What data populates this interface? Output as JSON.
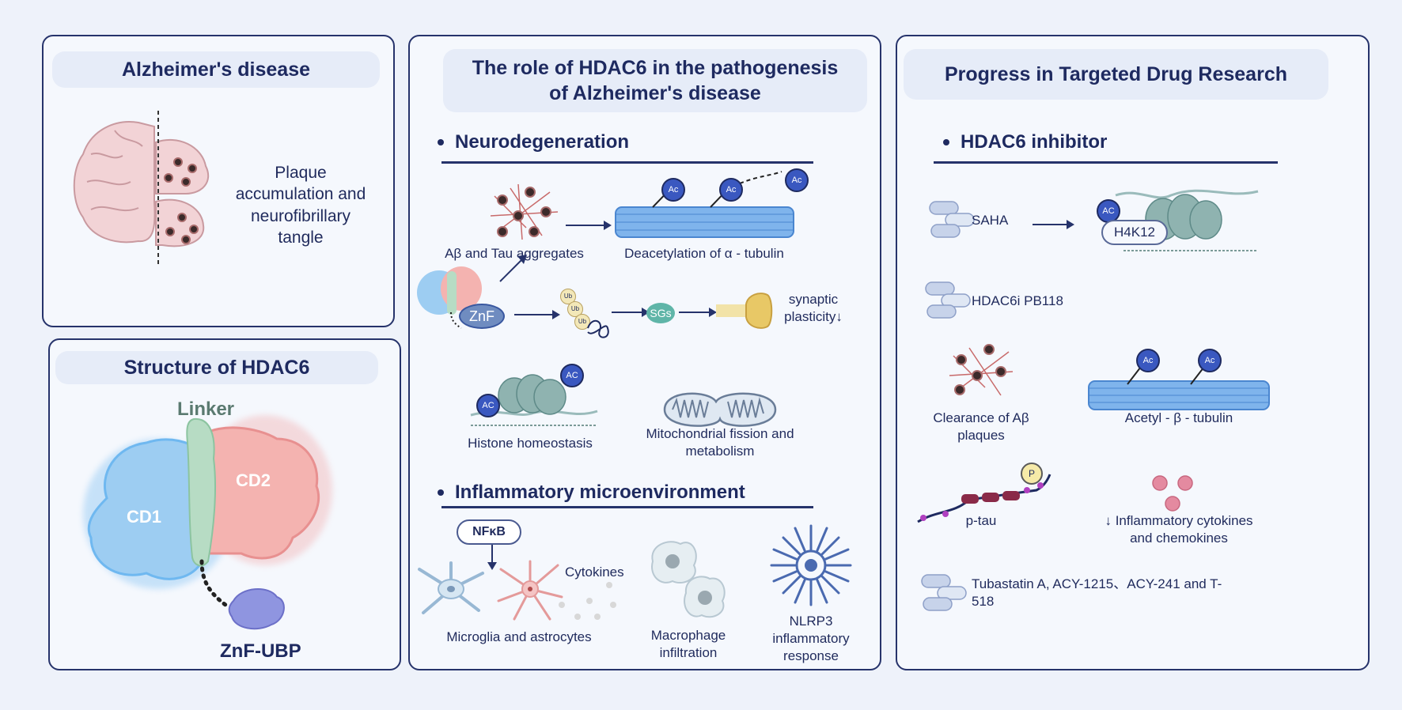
{
  "panel_ad": {
    "title": "Alzheimer's disease",
    "brain_caption": "Plaque accumulation and neurofibrillary tangle"
  },
  "panel_structure": {
    "title": "Structure of HDAC6",
    "linker": "Linker",
    "cd1": "CD1",
    "cd2": "CD2",
    "znf_ubp": "ZnF-UBP"
  },
  "panel_role": {
    "title": "The role of HDAC6 in the pathogenesis of Alzheimer's disease",
    "neuro": {
      "heading": "Neurodegeneration",
      "aggregates": "Aβ and Tau aggregates",
      "deacetylation": "Deacetylation of α - tubulin",
      "ac": "Ac",
      "znf": "ZnF",
      "ub": "Ub",
      "sgs": "SGs",
      "synaptic": "synaptic plasticity↓",
      "histone": "Histone homeostasis",
      "histone_ac": "AC",
      "mito": "Mitochondrial fission and metabolism"
    },
    "inflam": {
      "heading": "Inflammatory microenvironment",
      "nfkb": "NFκB",
      "cytokines": "Cytokines",
      "microglia": "Microglia and astrocytes",
      "macrophage": "Macrophage infiltration",
      "nlrp3": "NLRP3 inflammatory response"
    }
  },
  "panel_drug": {
    "title": "Progress in Targeted Drug Research",
    "heading": "HDAC6 inhibitor",
    "saha": "SAHA",
    "h4k12": "H4K12",
    "h4k12_ac": "AC",
    "pb118": "HDAC6i PB118",
    "clearance": "Clearance of Aβ plaques",
    "acetyl": "Acetyl - β - tubulin",
    "ac": "Ac",
    "ptau": "p-tau",
    "p": "P",
    "cytokines": "↓ Inflammatory cytokines and chemokines",
    "tubastatin": "Tubastatin A, ACY-1215、ACY-241 and T-518"
  }
}
